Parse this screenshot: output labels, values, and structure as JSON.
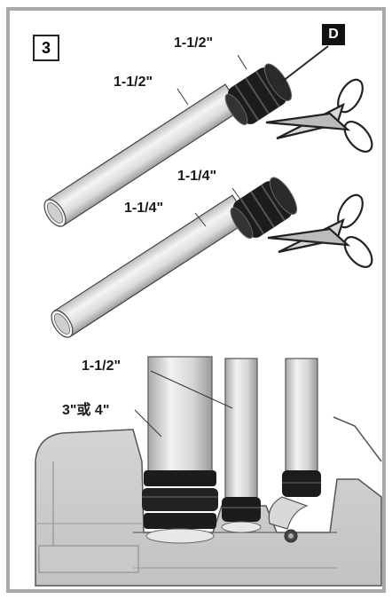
{
  "step_number": "3",
  "part_tag": "D",
  "labels": {
    "adapter_large_size": "1-1/2\"",
    "pipe_large_size": "1-1/2\"",
    "adapter_small_size": "1-1/4\"",
    "pipe_small_size": "1-1/4\"",
    "drain_pipe_size": "1-1/2\"",
    "main_pipe_size": "3\"或 4\""
  },
  "colors": {
    "border": "#a8a8a8",
    "pipe_fill": "#e4e4e4",
    "adapter_fill": "#1c1c1c",
    "tank_fill": "#d9d9d9"
  }
}
